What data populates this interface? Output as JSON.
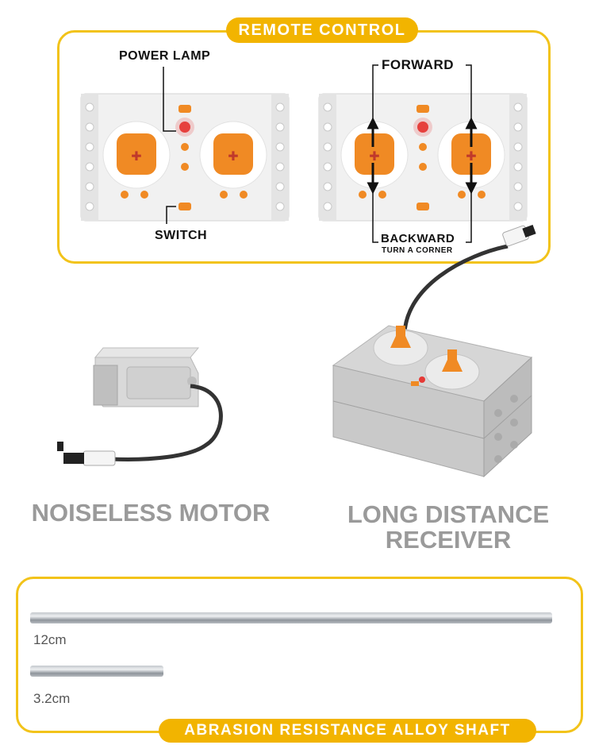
{
  "remote_section": {
    "title": "REMOTE CONTROL",
    "labels": {
      "power_lamp": "POWER LAMP",
      "switch": "SWITCH",
      "forward": "FORWARD",
      "backward": "BACKWARD",
      "turn_corner": "TURN A CORNER"
    }
  },
  "products": {
    "motor": "NOISELESS MOTOR",
    "receiver_line1": "LONG DISTANCE",
    "receiver_line2": "RECEIVER"
  },
  "shaft_section": {
    "title": "ABRASION RESISTANCE ALLOY SHAFT",
    "long_length": "12cm",
    "short_length": "3.2cm"
  },
  "colors": {
    "accent": "#f2b400",
    "orange": "#f08a24",
    "gray_text": "#9a9a9a"
  }
}
